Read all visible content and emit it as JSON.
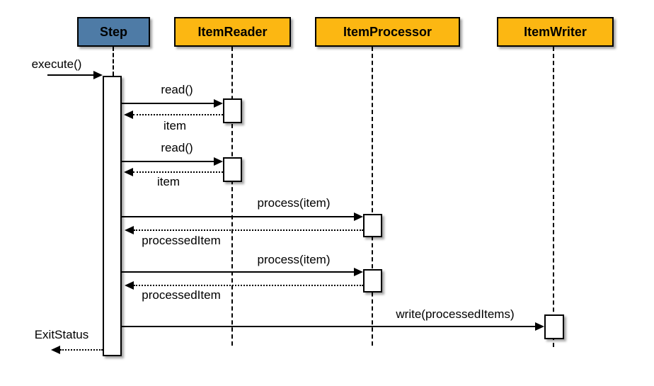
{
  "diagram": {
    "type": "uml-sequence-diagram",
    "background": "#ffffff",
    "colors": {
      "step_fill": "#4e7ba6",
      "participant_fill": "#fcb712",
      "border": "#000000",
      "line": "#000000"
    },
    "actors": [
      {
        "id": "step",
        "label": "Step"
      },
      {
        "id": "item-reader",
        "label": "ItemReader"
      },
      {
        "id": "item-processor",
        "label": "ItemProcessor"
      },
      {
        "id": "item-writer",
        "label": "ItemWriter"
      }
    ],
    "messages": [
      {
        "label": "execute()",
        "type": "call",
        "from": "caller",
        "to": "step"
      },
      {
        "label": "read()",
        "type": "call",
        "from": "step",
        "to": "item-reader"
      },
      {
        "label": "item",
        "type": "return",
        "from": "item-reader",
        "to": "step"
      },
      {
        "label": "read()",
        "type": "call",
        "from": "step",
        "to": "item-reader"
      },
      {
        "label": "item",
        "type": "return",
        "from": "item-reader",
        "to": "step"
      },
      {
        "label": "process(item)",
        "type": "call",
        "from": "step",
        "to": "item-processor"
      },
      {
        "label": "processedItem",
        "type": "return",
        "from": "item-processor",
        "to": "step"
      },
      {
        "label": "process(item)",
        "type": "call",
        "from": "step",
        "to": "item-processor"
      },
      {
        "label": "processedItem",
        "type": "return",
        "from": "item-processor",
        "to": "step"
      },
      {
        "label": "write(processedItems)",
        "type": "call",
        "from": "step",
        "to": "item-writer"
      },
      {
        "label": "ExitStatus",
        "type": "return",
        "from": "step",
        "to": "caller"
      }
    ]
  }
}
